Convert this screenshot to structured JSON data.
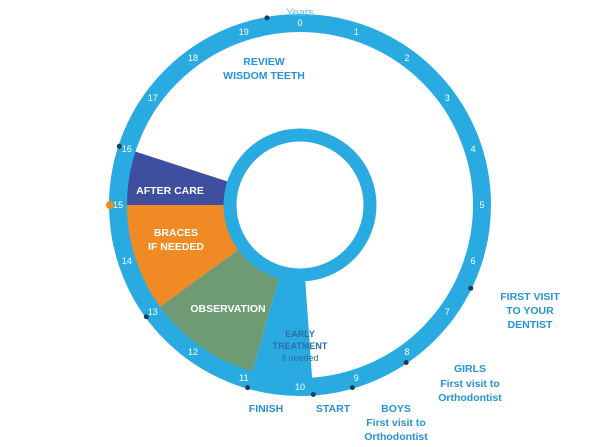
{
  "title": "Years",
  "colors": {
    "ring": "#29abe2",
    "after_care": "#3f4f9f",
    "braces": "#f08a24",
    "observation": "#6e9a74",
    "early_treatment": "#29abe2",
    "dot": "#1c3f5a",
    "callout_text": "#2593d6"
  },
  "years": [
    "0",
    "1",
    "2",
    "3",
    "4",
    "5",
    "6",
    "7",
    "8",
    "9",
    "10",
    "11",
    "12",
    "13",
    "14",
    "15",
    "16",
    "17",
    "18",
    "19"
  ],
  "segments": {
    "after_care": "AFTER CARE",
    "braces_line1": "BRACES",
    "braces_line2": "IF NEEDED",
    "observation": "OBSERVATION",
    "early_line1": "EARLY",
    "early_line2": "TREATMENT",
    "early_line3": "if needed"
  },
  "callouts": {
    "review_line1": "REVIEW",
    "review_line2": "WISDOM TEETH",
    "first_visit_line1": "FIRST VISIT",
    "first_visit_line2": "TO YOUR",
    "first_visit_line3": "DENTIST",
    "girls_title": "GIRLS",
    "girls_line1": "First visit to",
    "girls_line2": "Orthodontist",
    "boys_title": "BOYS",
    "boys_line1": "First visit to",
    "boys_line2": "Orthodontist",
    "start": "START",
    "finish": "FINISH"
  }
}
